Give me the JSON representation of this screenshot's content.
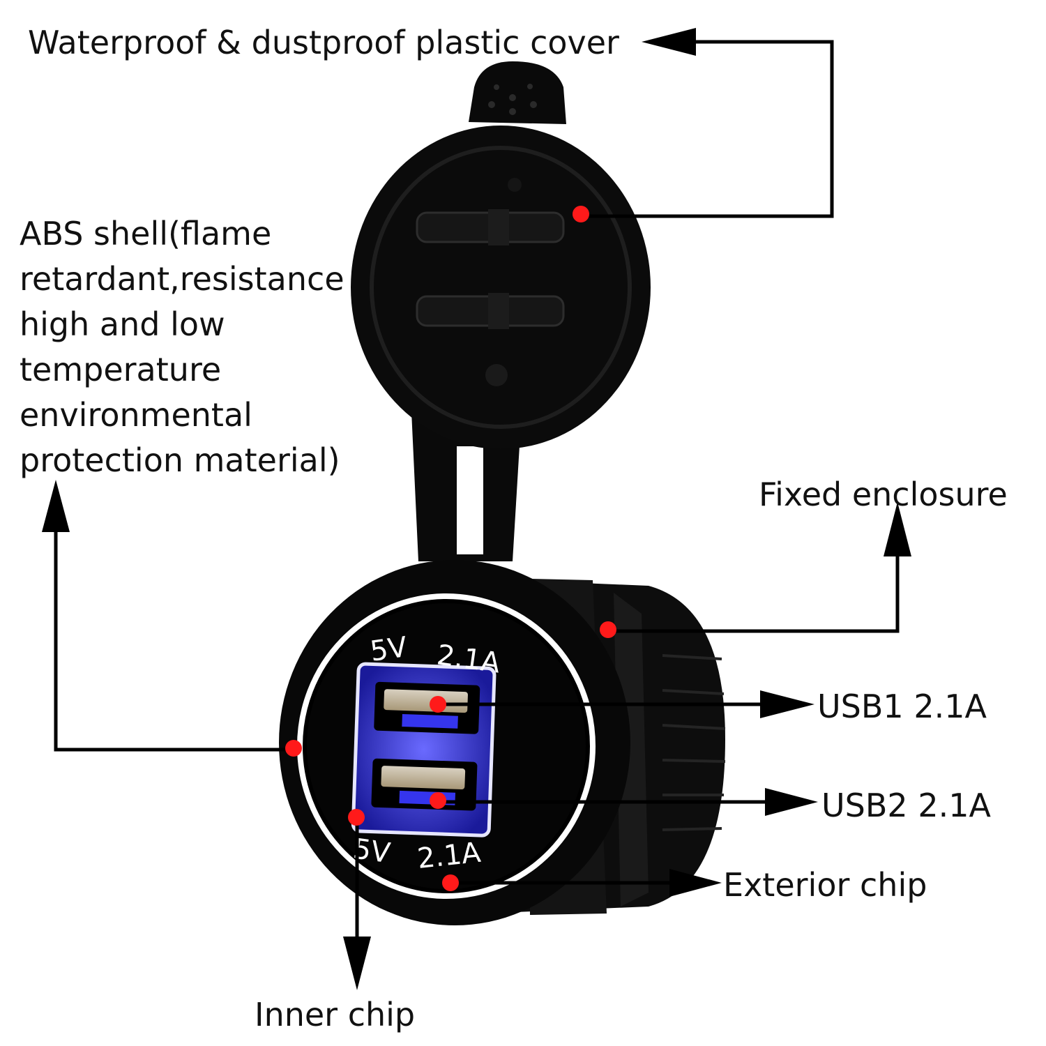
{
  "labels": {
    "cover": "Waterproof & dustproof plastic cover",
    "shell": [
      "ABS shell(flame",
      "retardant,resistance",
      "high and low",
      "temperature",
      "environmental",
      "protection material)"
    ],
    "enclosure": "Fixed enclosure",
    "usb1": "USB1 2.1A",
    "usb2": "USB2 2.1A",
    "exterior_chip": "Exterior chip",
    "inner_chip": "Inner chip"
  },
  "engravings": {
    "top_voltage": "5V",
    "top_current": "2.1A",
    "bottom_voltage": "5V",
    "bottom_current": "2.1A"
  },
  "colors": {
    "marker": "#ff1a1a",
    "leader_line": "#000000",
    "device_body": "#0a0a0a",
    "led_ring": "#ffffff",
    "port_glow": "#3a3aff"
  }
}
